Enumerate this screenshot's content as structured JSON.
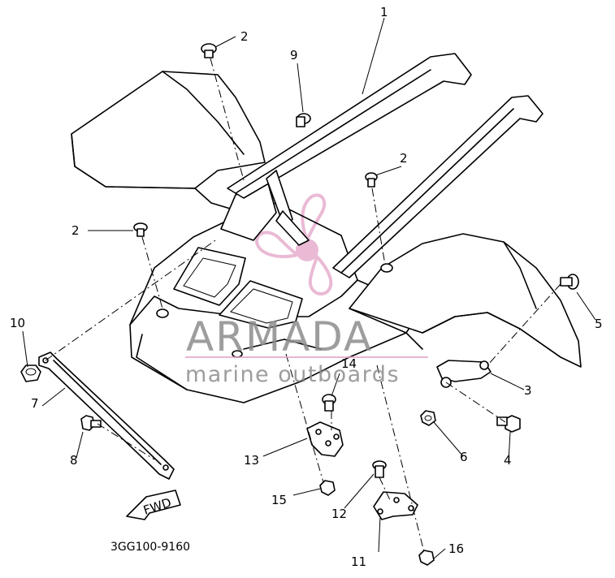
{
  "diagram": {
    "callouts": {
      "c1": "1",
      "c2a": "2",
      "c2b": "2",
      "c2c": "2",
      "c3": "3",
      "c4": "4",
      "c5": "5",
      "c6": "6",
      "c7": "7",
      "c8": "8",
      "c9": "9",
      "c10": "10",
      "c11": "11",
      "c12": "12",
      "c13": "13",
      "c14": "14",
      "c15": "15",
      "c16": "16"
    },
    "direction_label": "FWD",
    "diagram_code": "3GG100-9160"
  },
  "watermark": {
    "brand": "ARMADA",
    "tagline": "marine outboards",
    "brand_color": "#c0c0c0",
    "logo_color": "#e3a3c8"
  }
}
